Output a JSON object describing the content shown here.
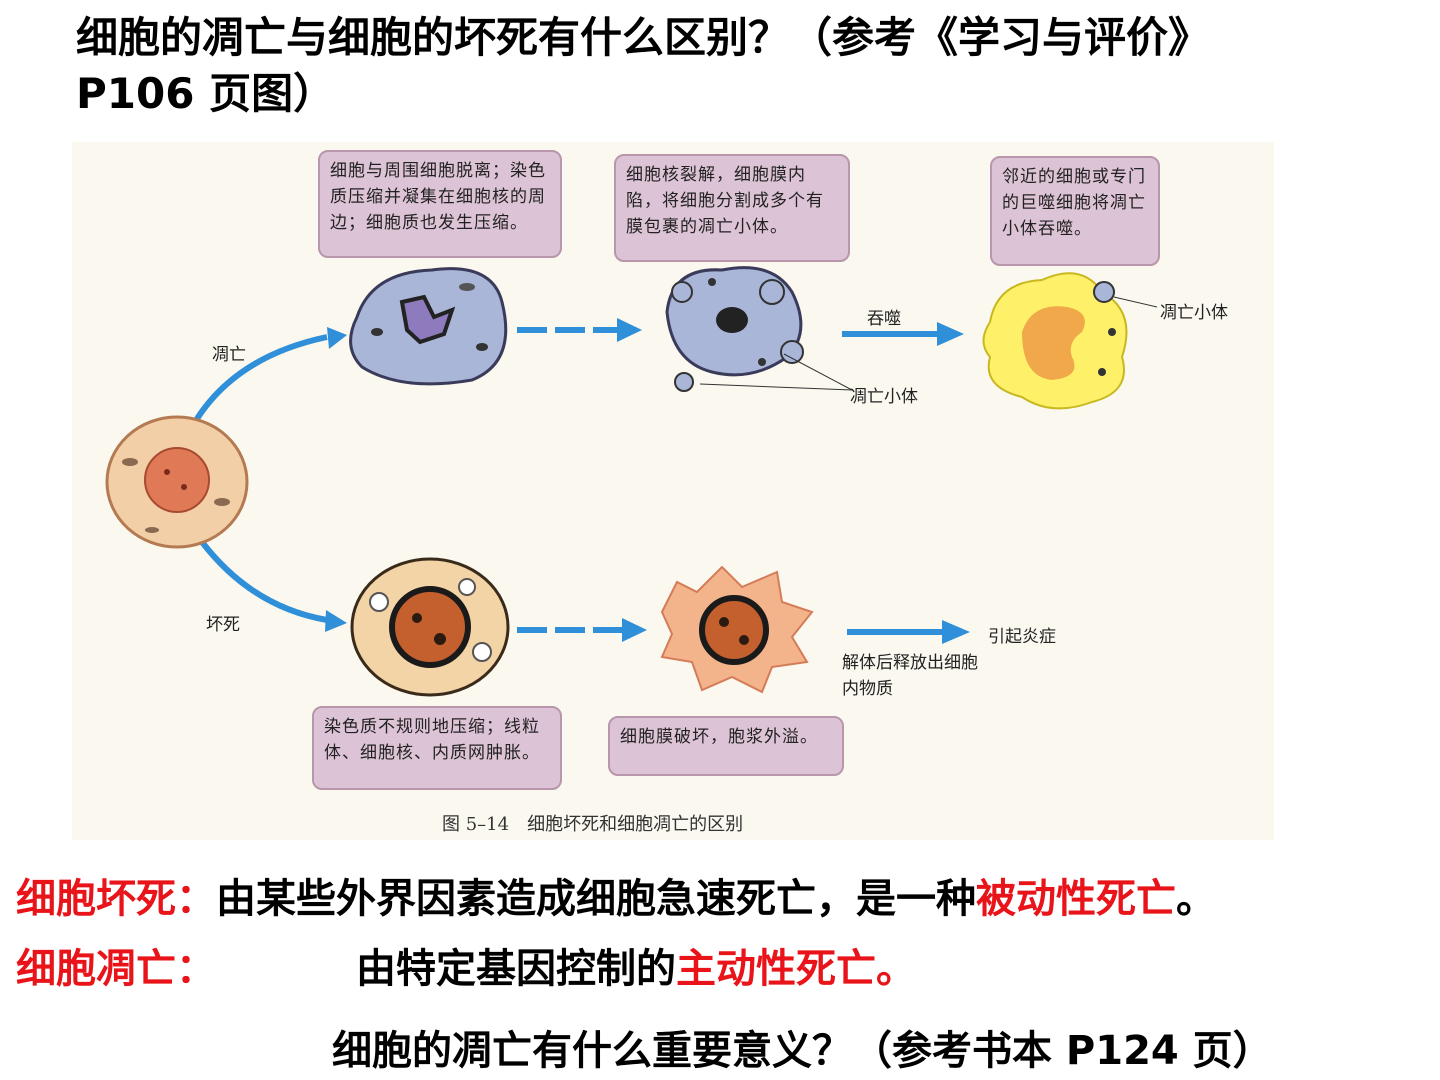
{
  "question1": "细胞的凋亡与细胞的坏死有什么区别？（参考《学习与评价》 P106 页图）",
  "figure": {
    "note_apoptosis_1": "细胞与周围细胞脱离；染色质压缩并凝集在细胞核的周边；细胞质也发生压缩。",
    "note_apoptosis_2": "细胞核裂解，细胞膜内陷，将细胞分割成多个有膜包裹的凋亡小体。",
    "note_apoptosis_3": "邻近的细胞或专门的巨噬细胞将凋亡小体吞噬。",
    "label_apoptosis": "凋亡",
    "label_necrosis": "坏死",
    "label_engulf": "吞噬",
    "label_apoptotic_body_1": "凋亡小体",
    "label_apoptotic_body_2": "凋亡小体",
    "label_inflammation": "引起炎症",
    "label_release": "解体后释放出细胞内物质",
    "note_necrosis_1": "染色质不规则地压缩；线粒体、细胞核、内质网肿胀。",
    "note_necrosis_2": "细胞膜破坏，胞浆外溢。",
    "caption": "图 5–14　细胞坏死和细胞凋亡的区别"
  },
  "necrosis_line": {
    "term": "细胞坏死：",
    "text": "由某些外界因素造成细胞急速死亡，是一种",
    "highlight": "被动性死亡",
    "end": "。"
  },
  "apoptosis_line": {
    "term": "细胞凋亡：",
    "text": "由特定基因控制的",
    "highlight": "主动性死亡。"
  },
  "question2": "细胞的凋亡有什么重要意义？（参考书本 P124 页）",
  "colors": {
    "highlight": "#e8141a",
    "note_bg": "#ddc3d6",
    "arrow": "#2f8fd8"
  }
}
